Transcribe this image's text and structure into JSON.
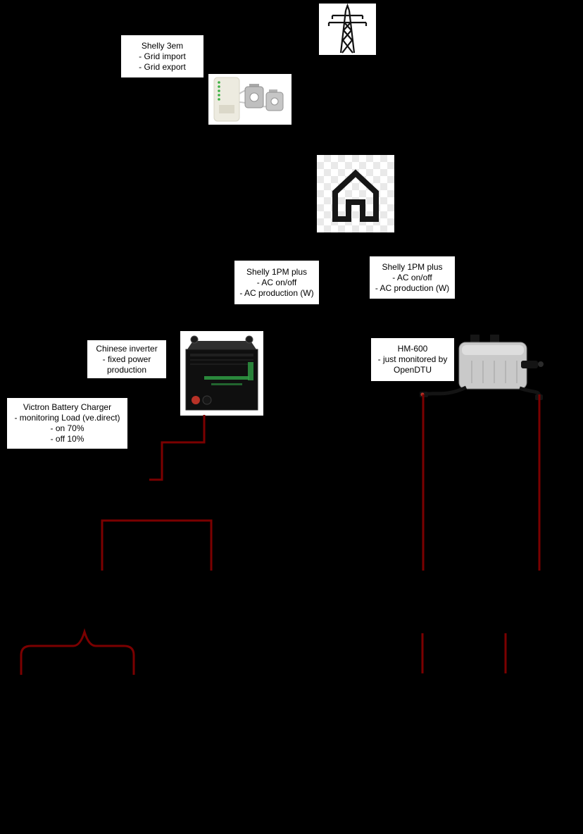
{
  "canvas": {
    "bg": "#000000"
  },
  "wire_color": "#7b0000",
  "colors": {
    "label_bg": "#ffffff",
    "label_text": "#000000",
    "inverter_accent_green": "#2f9e44",
    "terminal_red": "#b83227"
  },
  "icons": {
    "grid": "transmission-tower-icon",
    "house": "home-icon"
  },
  "boxes": {
    "shelly3em": {
      "lines": [
        "Shelly 3em",
        "- Grid import",
        "- Grid export"
      ]
    },
    "shelly1pm_left": {
      "lines": [
        "Shelly 1PM plus",
        "- AC on/off",
        "- AC production (W)"
      ]
    },
    "shelly1pm_right": {
      "lines": [
        "Shelly 1PM plus",
        "- AC on/off",
        "- AC production (W)"
      ]
    },
    "chinese_inverter": {
      "lines": [
        "Chinese inverter",
        "- fixed power",
        "production"
      ]
    },
    "victron": {
      "lines": [
        "Victron Battery Charger",
        "- monitoring Load (ve.direct)",
        "- on 70%",
        "- off 10%"
      ]
    },
    "hm600": {
      "lines": [
        "HM-600",
        "- just monitored by",
        "OpenDTU"
      ]
    }
  }
}
